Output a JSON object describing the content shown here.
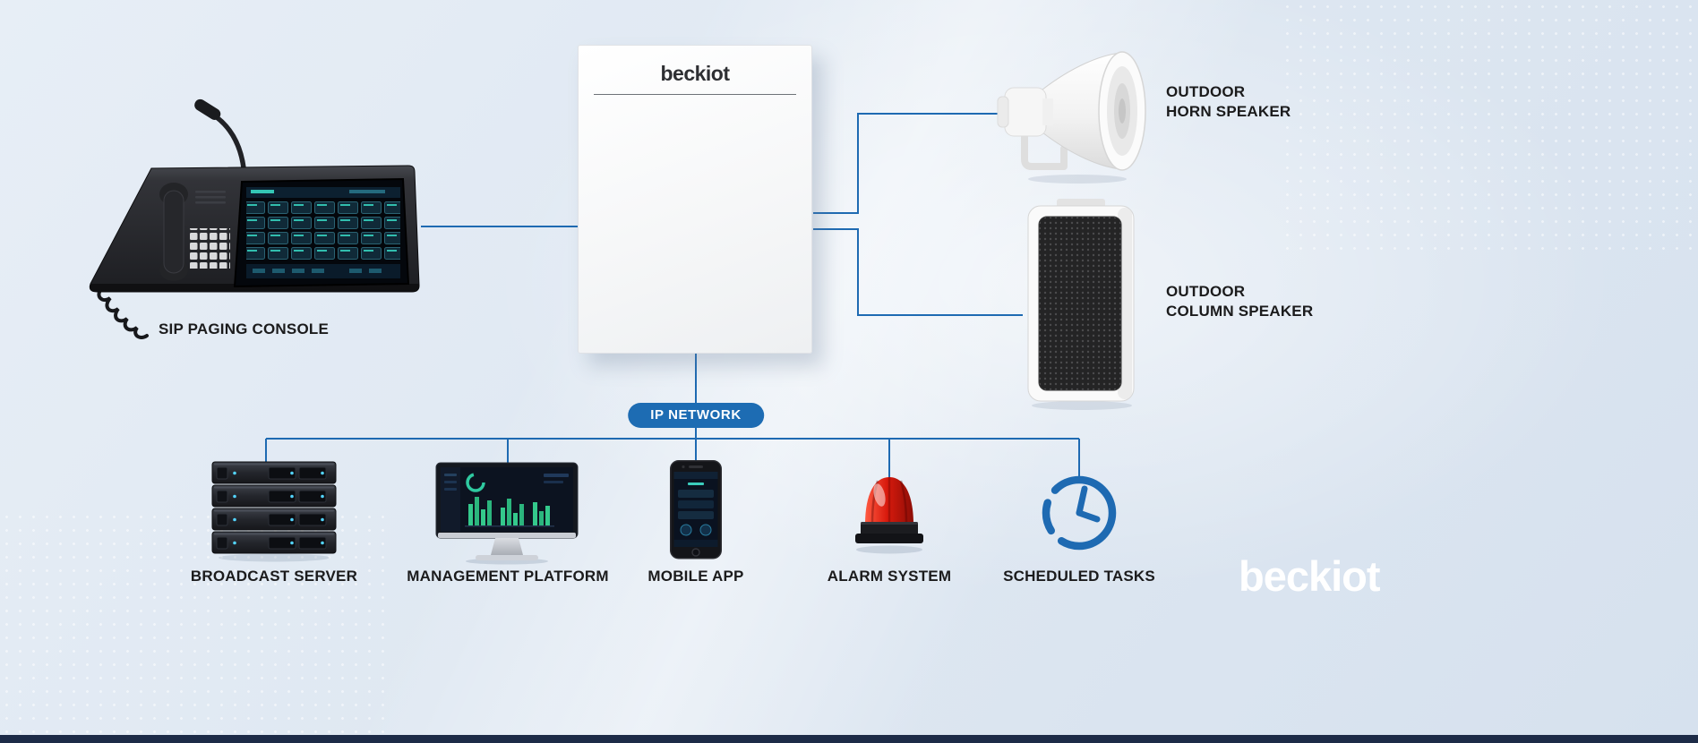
{
  "brand": {
    "center_logo": "beckiot",
    "watermark": "beckiot"
  },
  "badge": {
    "label": "IP NETWORK"
  },
  "labels": {
    "sip_console": "SIP PAGING CONSOLE",
    "horn_line1": "OUTDOOR",
    "horn_line2": "HORN SPEAKER",
    "column_line1": "OUTDOOR",
    "column_line2": "COLUMN SPEAKER",
    "broadcast_server": "BROADCAST SERVER",
    "management_platform": "MANAGEMENT PLATFORM",
    "mobile_app": "MOBILE APP",
    "alarm_system": "ALARM SYSTEM",
    "scheduled_tasks": "SCHEDULED TASKS"
  },
  "colors": {
    "connector_line": "#1e6ab2",
    "accent_clock": "#1e6ab2",
    "badge_background": "#1d6cb3",
    "badge_text": "#ffffff",
    "label_text": "#1b1b1c",
    "alarm_red": "#d81a0d",
    "footer_bar": "#1d2b47",
    "background": "#dfe8f2"
  }
}
